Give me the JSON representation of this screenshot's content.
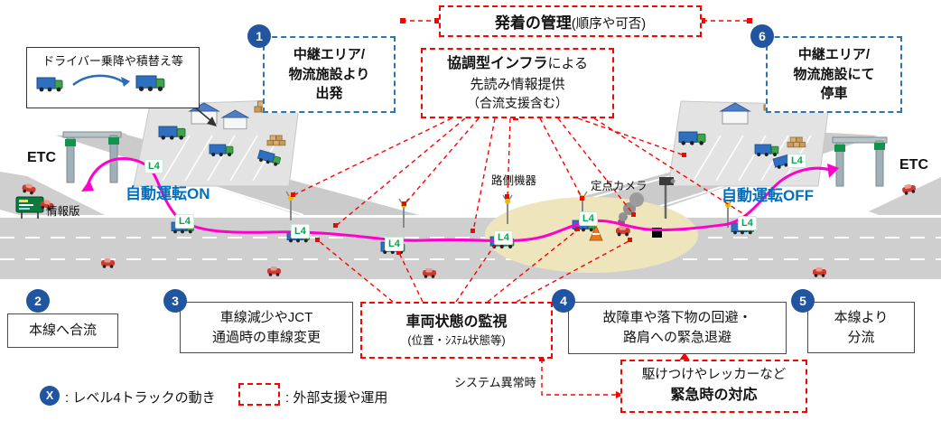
{
  "top": {
    "departure_title": "発着の管理",
    "departure_suffix": "(順序や可否)",
    "infra_line1_bold": "協調型インフラ",
    "infra_line1_rest": "による",
    "infra_line2": "先読み情報提供",
    "infra_line3": "（合流支援含む）",
    "driver_label": "ドライバー乗降や積替え等"
  },
  "steps": {
    "s1": {
      "num": "1",
      "lines": [
        "中継エリア/",
        "物流施設より",
        "出発"
      ]
    },
    "s2": {
      "num": "2",
      "lines": [
        "本線へ合流"
      ]
    },
    "s3": {
      "num": "3",
      "lines": [
        "車線減少やJCT",
        "通過時の車線変更"
      ]
    },
    "s4": {
      "num": "4",
      "lines": [
        "故障車や落下物の回避・",
        "路肩への緊急退避"
      ]
    },
    "s5": {
      "num": "5",
      "lines": [
        "本線より",
        "分流"
      ]
    },
    "s6": {
      "num": "6",
      "lines": [
        "中継エリア/",
        "物流施設にて",
        "停車"
      ]
    }
  },
  "road": {
    "etc_left": "ETC",
    "etc_right": "ETC",
    "auto_on": "自動運転ON",
    "auto_off": "自動運転OFF",
    "info_sign": "情報版",
    "roadside_unit": "路側機器",
    "fixed_camera": "定点カメラ",
    "l4_badge": "L4"
  },
  "monitoring": {
    "title": "車両状態の監視",
    "subtitle": "(位置・ｼｽﾃﾑ状態等)"
  },
  "emergency": {
    "trigger": "システム異常時",
    "line1": "駆けつけやレッカーなど",
    "line2": "緊急時の対応"
  },
  "legend": {
    "x_symbol": "X",
    "x_label": ": レベル4トラックの動き",
    "support_label": ": 外部支援や運用"
  },
  "icons": {
    "etc_gate": "toll-gate-icon",
    "truck": "truck-icon",
    "car": "car-icon",
    "roadside_antenna": "antenna-icon",
    "camera": "camera-icon",
    "info_board": "info-board-icon",
    "cone": "traffic-cone-icon",
    "smoke": "smoke-icon",
    "cargo": "cargo-boxes-icon",
    "building": "building-icon"
  },
  "colors": {
    "step_circle_blue": "#2155A0",
    "auto_text_blue": "#0070C0",
    "l4_green": "#00A94F",
    "route_magenta": "#FF00CC",
    "alert_red": "#FF0000",
    "blue_dashed_border": "#2E74B5",
    "road_gray": "#CFCFCF",
    "incident_zone": "#EFE5BD"
  }
}
